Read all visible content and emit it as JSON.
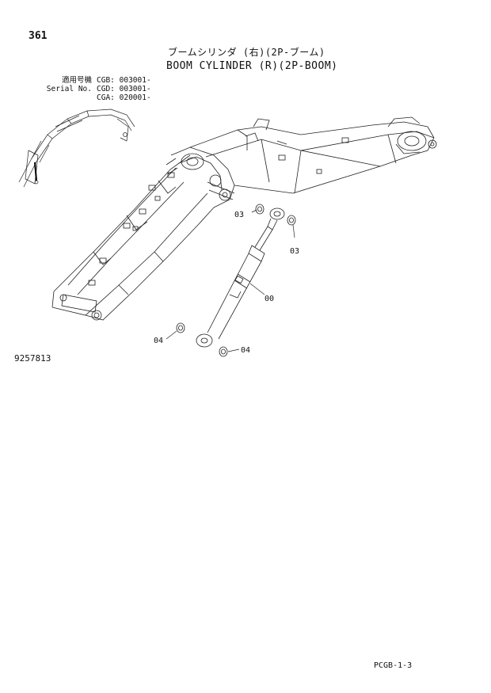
{
  "header": {
    "page_number": "361",
    "title_jp": "ブームシリンダ (右)(2P-ブーム)",
    "title_en": "BOOM CYLINDER (R)(2P-BOOM)"
  },
  "serial_info": {
    "rows": [
      {
        "label": "適用号機",
        "model": "CGB:",
        "value": "003001-"
      },
      {
        "label": "Serial No.",
        "model": "CGD:",
        "value": "003001-"
      },
      {
        "label": "",
        "model": "CGA:",
        "value": "020001-"
      }
    ]
  },
  "callouts": {
    "c1": "03",
    "c2": "03",
    "c3": "00",
    "c4": "04",
    "c5": "04"
  },
  "figure_number": "9257813",
  "footer_code": "PCGB-1-3"
}
